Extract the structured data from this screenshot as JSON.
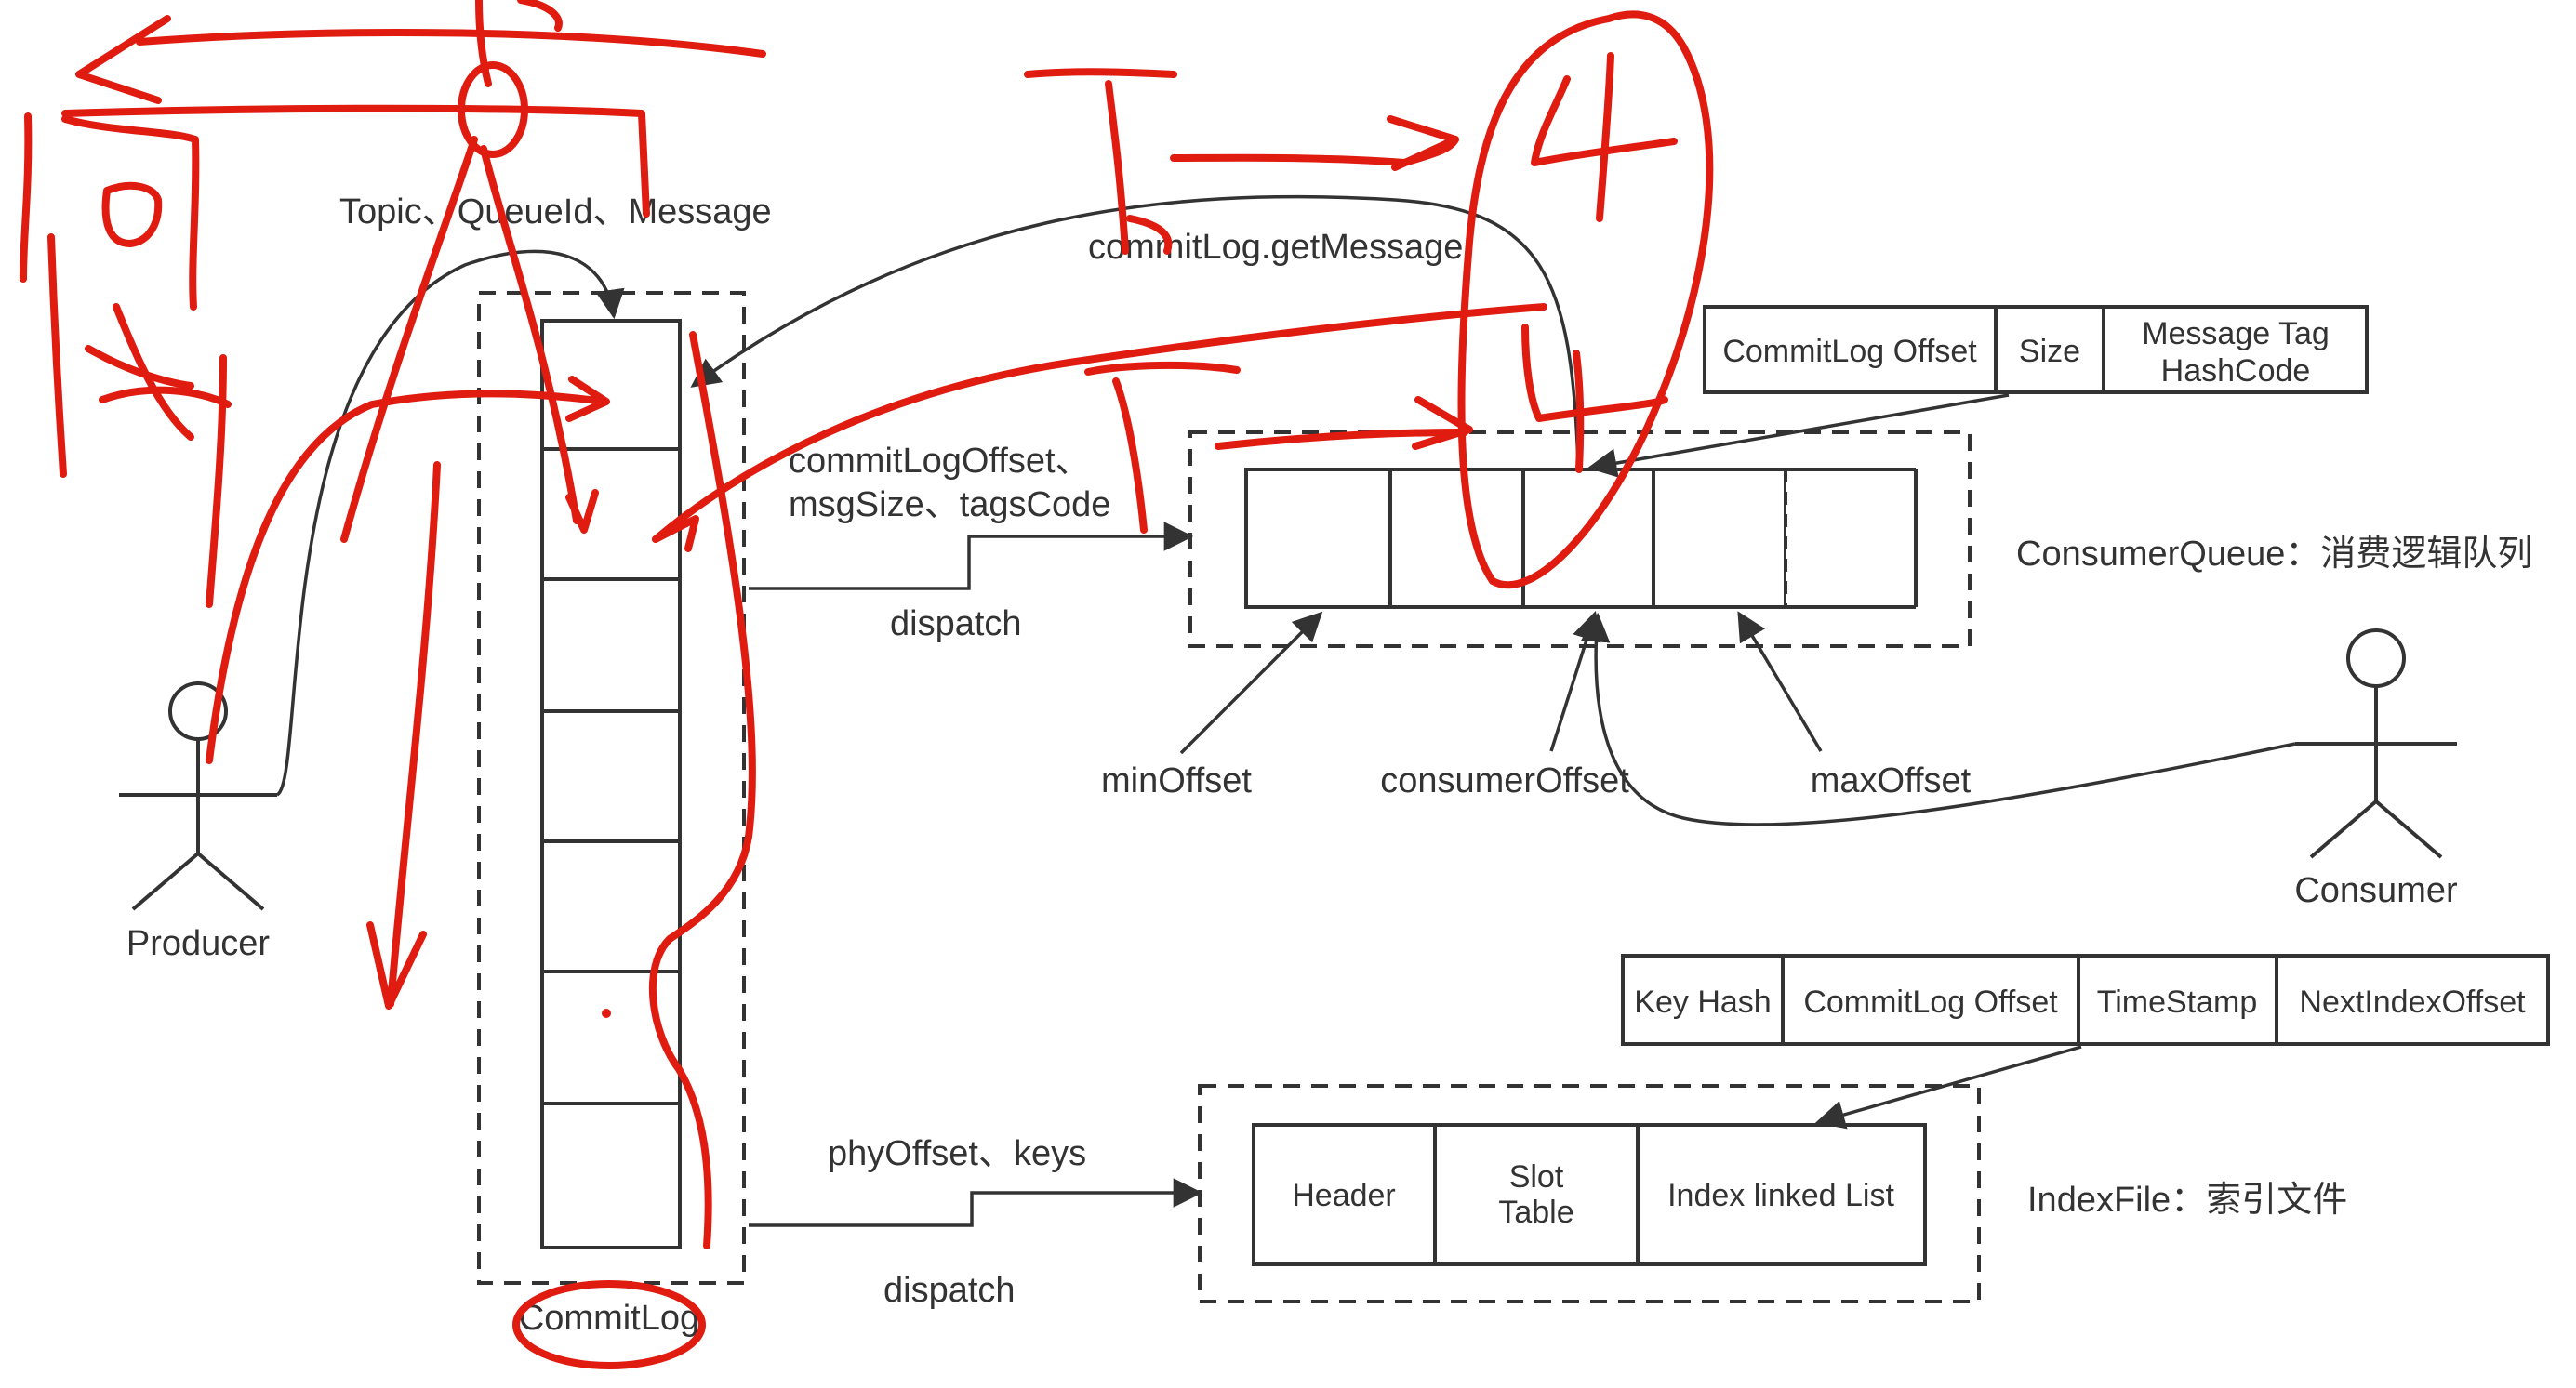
{
  "labels": {
    "topic_queue_message": "Topic、QueueId、Message",
    "commitlog_getmessage": "commitLog.getMessage",
    "commitlog_offset_line1": "commitLogOffset、",
    "commitlog_offset_line2": "msgSize、tagsCode",
    "dispatch_top": "dispatch",
    "dispatch_bottom": "dispatch",
    "phyoffset_keys": "phyOffset、keys",
    "producer": "Producer",
    "consumer": "Consumer",
    "commitlog": "CommitLog",
    "consumer_queue": "ConsumerQueue：消费逻辑队列",
    "index_file": "IndexFile：索引文件",
    "min_offset": "minOffset",
    "consumer_offset": "consumerOffset",
    "max_offset": "maxOffset"
  },
  "cq_entry_fields": [
    "CommitLog Offset",
    "Size",
    "Message Tag",
    "HashCode"
  ],
  "index_entry_fields": [
    "Key Hash",
    "CommitLog Offset",
    "TimeStamp",
    "NextIndexOffset"
  ],
  "index_file_parts": [
    "Header",
    "Slot",
    "Table",
    "Index linked List"
  ],
  "colors": {
    "line": "#333333",
    "annotation": "#e01b10",
    "background": "#ffffff"
  }
}
